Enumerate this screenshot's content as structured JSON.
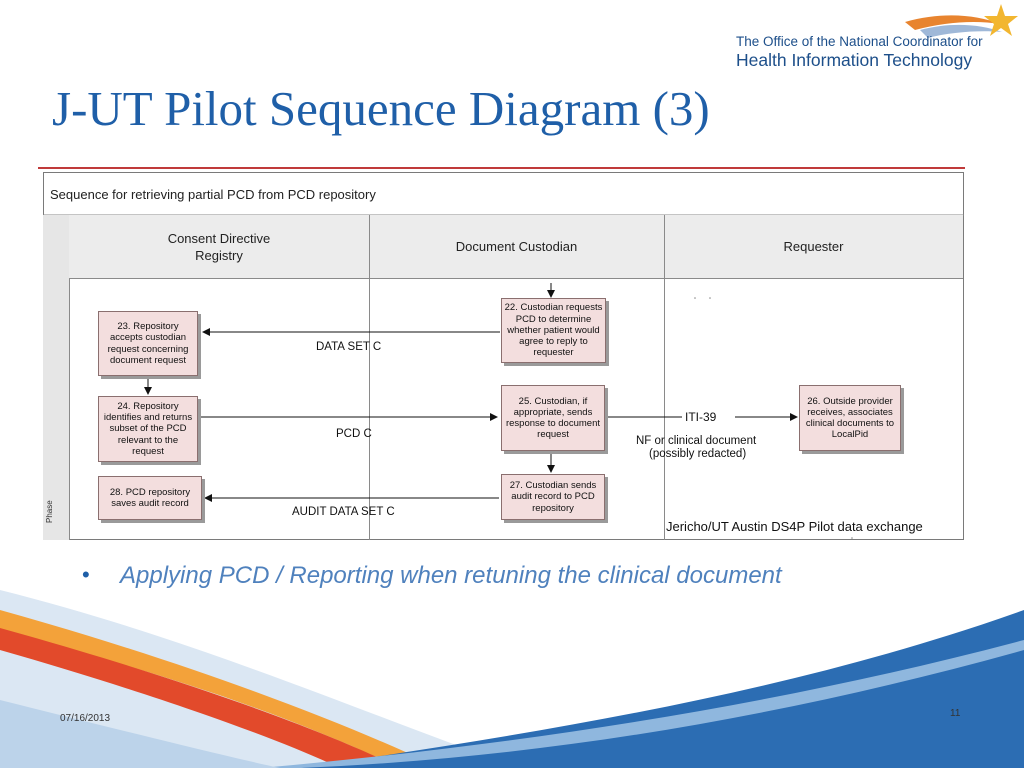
{
  "slide": {
    "title": "J-UT Pilot Sequence Diagram (3)",
    "logo": {
      "line1": "The Office of the National Coordinator for",
      "line2": "Health Information Technology",
      "icon": "star-swoosh-icon"
    },
    "bullet": "Applying PCD / Reporting when retuning the clinical document",
    "date": "07/16/2013",
    "page_number": "11"
  },
  "diagram": {
    "caption": "Sequence for retrieving partial PCD from PCD repository",
    "phase_label": "Phase",
    "lanes": [
      {
        "name": "Consent Directive\nRegistry"
      },
      {
        "name": "Document Custodian"
      },
      {
        "name": "Requester"
      }
    ],
    "steps": {
      "s22": "22. Custodian requests PCD to determine whether patient would agree to reply to requester",
      "s23": "23. Repository accepts custodian request concerning document request",
      "s24": "24. Repository identifies and returns subset of the PCD relevant to the request",
      "s25": "25. Custodian, if appropriate, sends response to document request",
      "s26": "26. Outside provider receives, associates clinical documents to LocalPid",
      "s27": "27. Custodian sends audit record to PCD repository",
      "s28": "28. PCD repository saves audit record"
    },
    "messages": {
      "data_set_c": "DATA SET C",
      "pcd_c": "PCD C",
      "audit_data_set_c": "AUDIT DATA SET C",
      "iti39": "ITI-39",
      "nf_line1": "NF or clinical document",
      "nf_line2": "(possibly redacted)"
    },
    "footer_label": "Jericho/UT Austin DS4P Pilot data exchange"
  },
  "colors": {
    "title": "#1f5fa8",
    "rule": "#c03a3a",
    "box_fill": "#f3dede",
    "bullet": "#4f81bd"
  }
}
